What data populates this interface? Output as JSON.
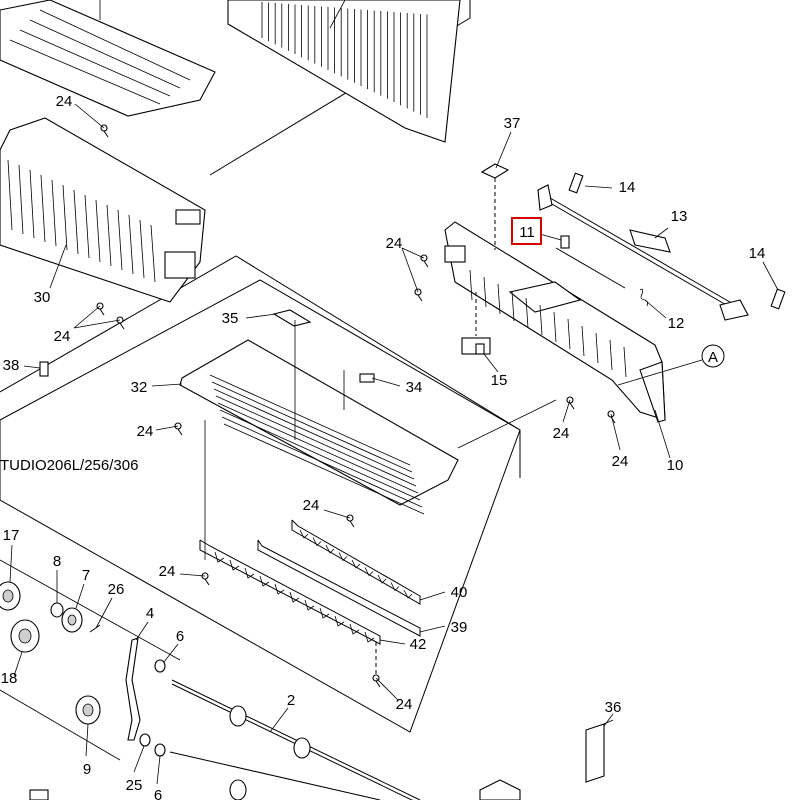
{
  "model_text": "TUDIO206L/256/306",
  "callout_circle": "A",
  "highlight_label": "11",
  "labels": [
    "24",
    "30",
    "24",
    "38",
    "35",
    "34",
    "32",
    "24",
    "37",
    "24",
    "11",
    "14",
    "13",
    "14",
    "12",
    "15",
    "24",
    "24",
    "10",
    "24",
    "17",
    "8",
    "7",
    "26",
    "4",
    "6",
    "24",
    "40",
    "39",
    "42",
    "18",
    "24",
    "2",
    "9",
    "25",
    "6",
    "36"
  ]
}
